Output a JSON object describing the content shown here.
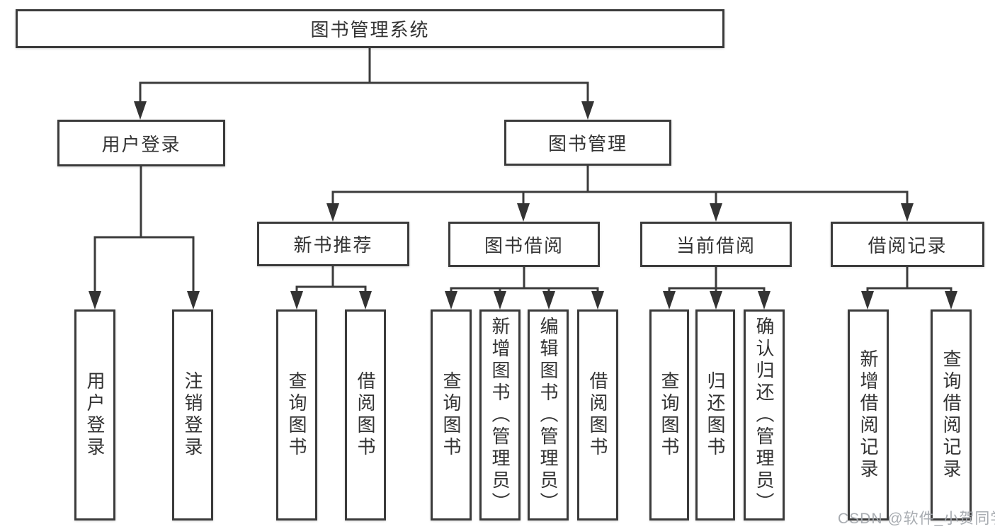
{
  "diagram": {
    "root": {
      "label": "图书管理系统"
    },
    "branches": [
      {
        "label": "用户登录",
        "children": [
          {
            "label": "用户登录"
          },
          {
            "label": "注销登录"
          }
        ]
      },
      {
        "label": "图书管理",
        "sections": [
          {
            "label": "新书推荐",
            "children": [
              {
                "label": "查询图书"
              },
              {
                "label": "借阅图书"
              }
            ]
          },
          {
            "label": "图书借阅",
            "children": [
              {
                "label": "查询图书"
              },
              {
                "label": "新增图书（管理员）"
              },
              {
                "label": "编辑图书（管理员）"
              },
              {
                "label": "借阅图书"
              }
            ]
          },
          {
            "label": "当前借阅",
            "children": [
              {
                "label": "查询图书"
              },
              {
                "label": "归还图书"
              },
              {
                "label": "确认归还（管理员）"
              }
            ]
          },
          {
            "label": "借阅记录",
            "children": [
              {
                "label": "新增借阅记录"
              },
              {
                "label": "查询借阅记录"
              }
            ]
          }
        ]
      }
    ]
  },
  "watermark": {
    "text": "CSDN @软件_小贺同学"
  },
  "colors": {
    "line": "#3b3b3b",
    "box_background": "#ffffff",
    "text": "#333333",
    "watermark": "#a3a8ad"
  }
}
